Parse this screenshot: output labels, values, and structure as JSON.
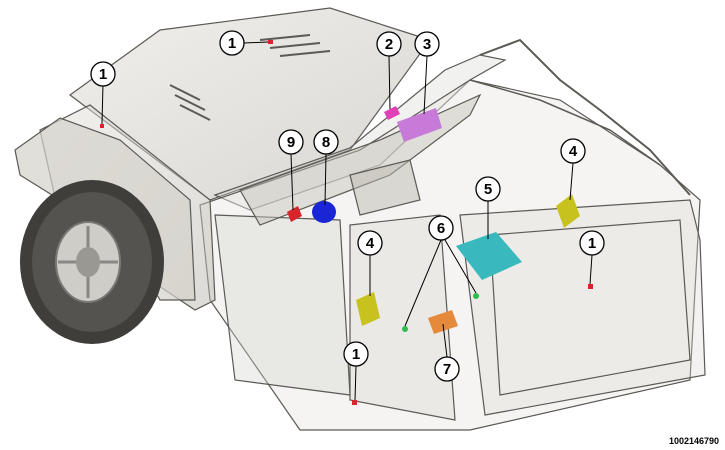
{
  "figure_id": "1002146790",
  "components": [
    {
      "callout": "1",
      "color": "#d8242b"
    },
    {
      "callout": "2",
      "color": "#e040b4"
    },
    {
      "callout": "3",
      "color": "#c77ad8"
    },
    {
      "callout": "4",
      "color": "#c8c21e"
    },
    {
      "callout": "5",
      "color": "#39b9be"
    },
    {
      "callout": "6",
      "color": "#2dbd4e"
    },
    {
      "callout": "7",
      "color": "#e58a3a"
    },
    {
      "callout": "8",
      "color": "#1a26d6"
    },
    {
      "callout": "9",
      "color": "#d8242b"
    }
  ],
  "vehicle": {
    "body_color": "#c9c6bd",
    "line_color": "#5c5a55"
  }
}
